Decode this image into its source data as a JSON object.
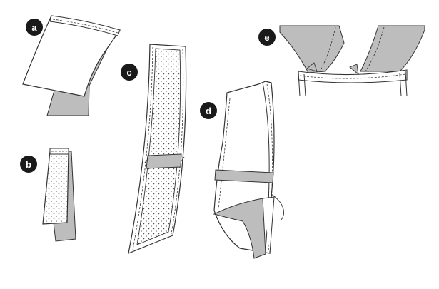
{
  "steps": [
    {
      "label": "a"
    },
    {
      "label": "b"
    },
    {
      "label": "c"
    },
    {
      "label": "d"
    },
    {
      "label": "e"
    }
  ],
  "colors": {
    "outline": "#333333",
    "fabric_fill": "#ffffff",
    "lining_fill": "#bdbdbd",
    "badge_fill": "#1a1a1a",
    "badge_text": "#ffffff"
  }
}
